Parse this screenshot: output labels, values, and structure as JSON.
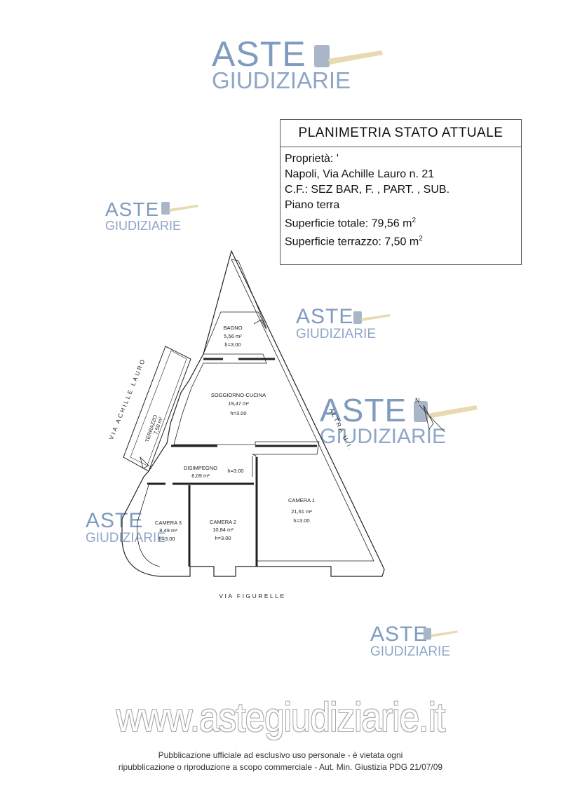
{
  "watermark": {
    "line1": "ASTE",
    "line2": "GIUDIZIARIE"
  },
  "title_box": {
    "heading": "PLANIMETRIA STATO ATTUALE",
    "lines": [
      "Proprietà: '",
      "Napoli, Via Achille Lauro n. 21",
      "C.F.: SEZ BAR, F. , PART. , SUB.",
      "Piano terra"
    ],
    "surface_total_label": "Superficie totale: 79,56 m",
    "surface_terrace_label": "Superficie terrazzo: 7,50 m",
    "unit_exp": "2"
  },
  "plan": {
    "rooms": [
      {
        "name": "BAGNO",
        "area": "5,56 m²",
        "height": "h=3.00"
      },
      {
        "name": "SOGGIORNO-CUCINA",
        "area": "19,47 m²",
        "height": "h=3.00"
      },
      {
        "name": "TERRAZZO",
        "area": "7,50 m²"
      },
      {
        "name": "DISIMPEGNO",
        "area": "6,09 m²",
        "height": "h=3.00"
      },
      {
        "name": "CAMERA 3",
        "area": "8,49 m²",
        "height": "h=3.00"
      },
      {
        "name": "CAMERA 2",
        "area": "10,84 m²",
        "height": "h=3.00"
      },
      {
        "name": "CAMERA 1",
        "area": "21,61 m²",
        "height": "h=3.00"
      }
    ],
    "streets": {
      "left": "VIA ACHILLE LAURO",
      "right": "ALTRA U.I.",
      "bottom": "VIA FIGURELLE"
    },
    "north": "N"
  },
  "site_url": "www.astegiudiziarie.it",
  "footer": {
    "line1": "Pubblicazione ufficiale ad esclusivo uso personale - è vietata ogni",
    "line2": "ripubblicazione o riproduzione a scopo commerciale - Aut. Min. Giustizia PDG 21/07/09"
  }
}
